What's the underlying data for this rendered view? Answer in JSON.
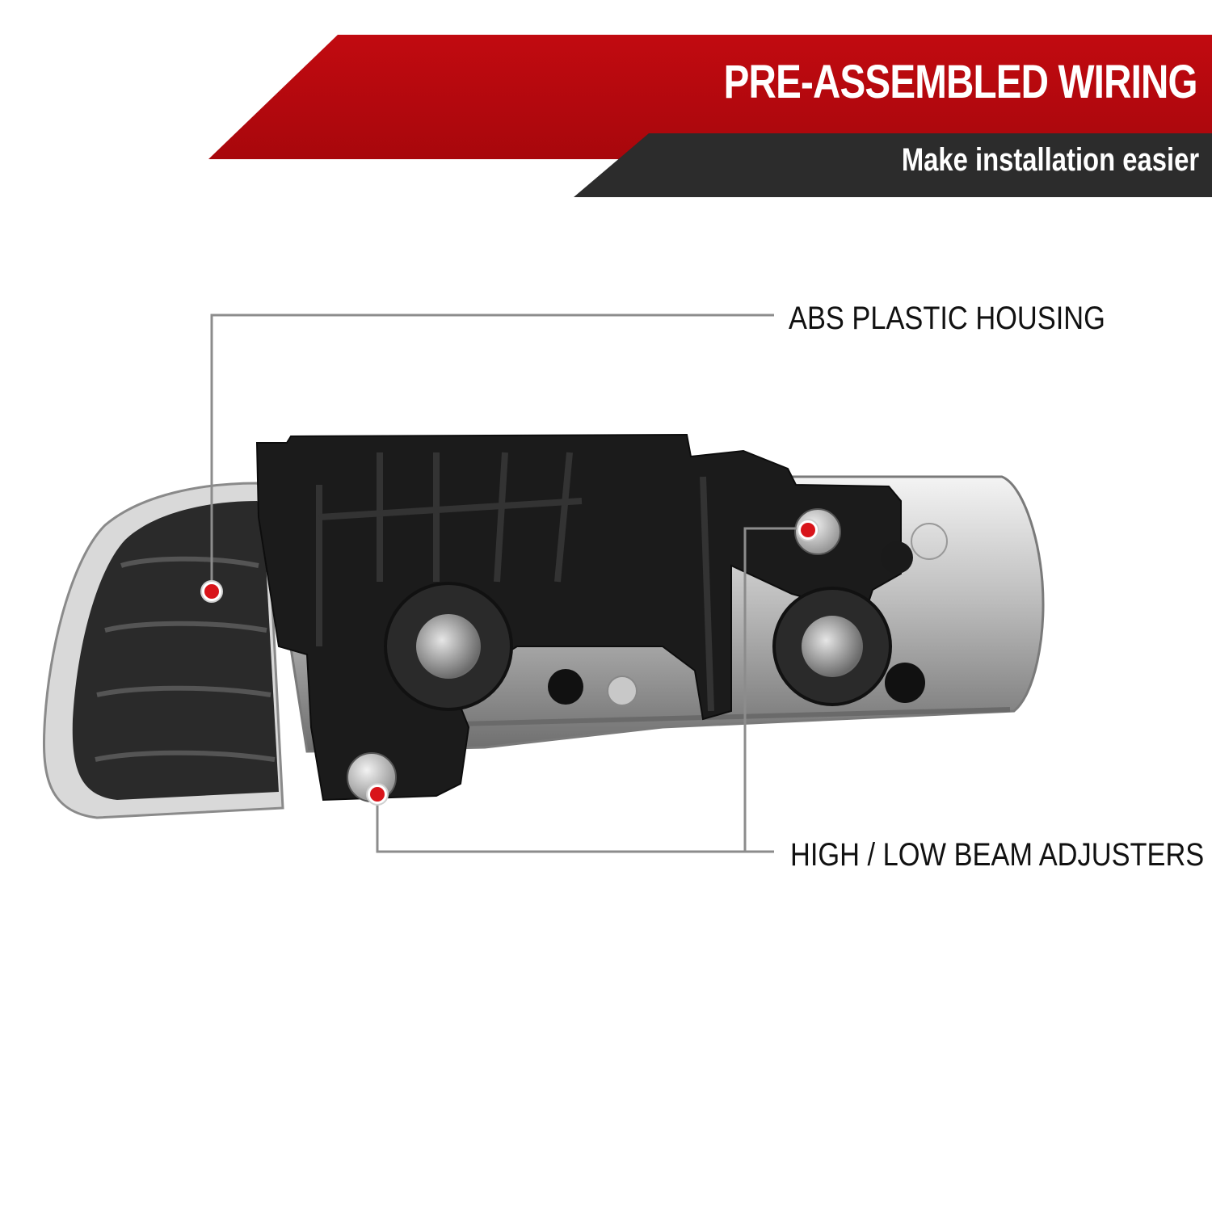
{
  "banner": {
    "title": "PRE-ASSEMBLED WIRING",
    "subtitle": "Make installation easier",
    "colors": {
      "title_band": "#b5080e",
      "subtitle_band": "#2c2c2c"
    }
  },
  "callouts": {
    "housing": "ABS PLASTIC HOUSING",
    "adjusters": "HIGH / LOW BEAM ADJUSTERS",
    "colors": {
      "line": "#8c8c8c",
      "marker": "#d8141a"
    }
  },
  "product": {
    "icon": "headlight-assembly-icon",
    "colors": {
      "housing": "#1a1a1a",
      "chrome": "#c8c8c8"
    }
  }
}
